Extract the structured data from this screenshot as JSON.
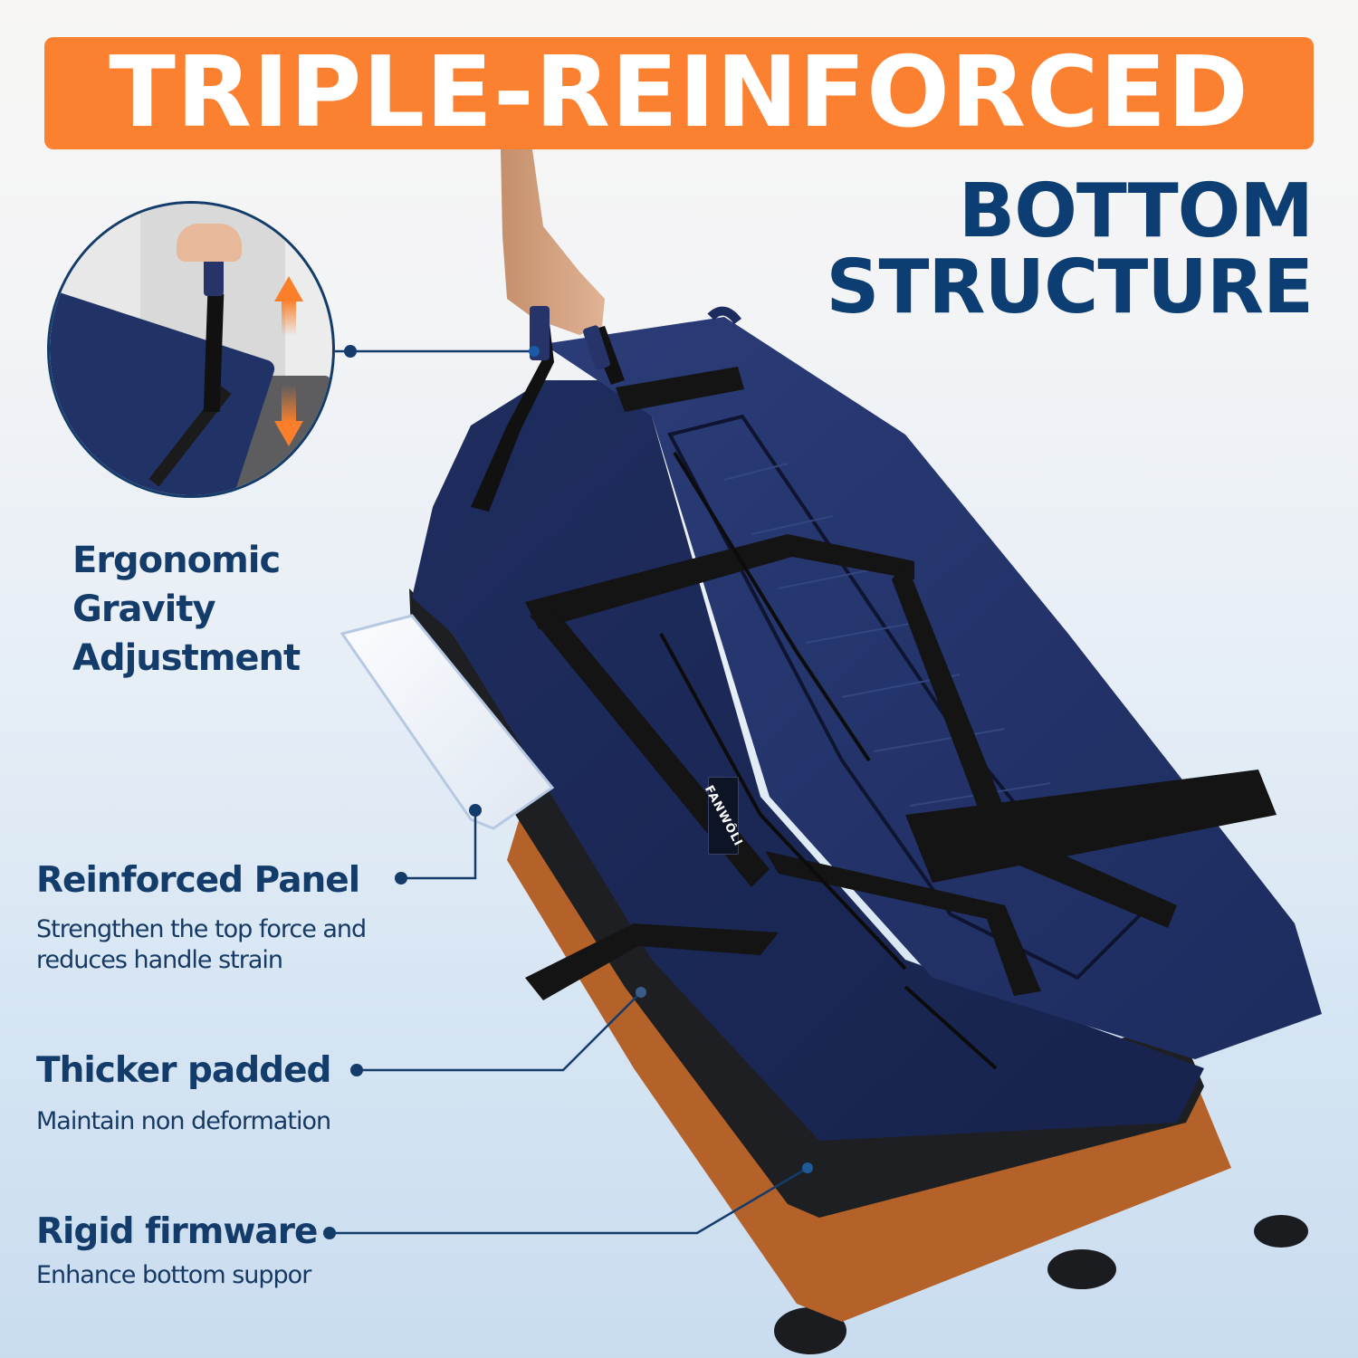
{
  "header": {
    "banner_title": "TRIPLE-REINFORCED",
    "subtitle_line1": "BOTTOM",
    "subtitle_line2": "STRUCTURE"
  },
  "inset": {
    "label_line1": "Ergonomic",
    "label_line2": "Gravity",
    "label_line3": "Adjustment",
    "icons": [
      "arrow-up-icon",
      "arrow-down-icon"
    ]
  },
  "features": [
    {
      "title": "Reinforced Panel",
      "desc_line1": "Strengthen the top force and",
      "desc_line2": "reduces handle strain"
    },
    {
      "title": "Thicker padded",
      "desc_line1": "Maintain non deformation"
    },
    {
      "title": "Rigid firmware",
      "desc_line1": "Enhance bottom suppor"
    }
  ],
  "product": {
    "brand_label": "FANWÔLI"
  },
  "colors": {
    "banner_orange": "#fb8130",
    "text_navy": "#143c6b",
    "headline_navy": "#0c3e73",
    "bag_navy": "#223366",
    "base_brown": "#b4622a",
    "bumper_black": "#1e1f22",
    "panel_white": "#f2f5f9",
    "arrow_orange": "#fb7f2a"
  }
}
